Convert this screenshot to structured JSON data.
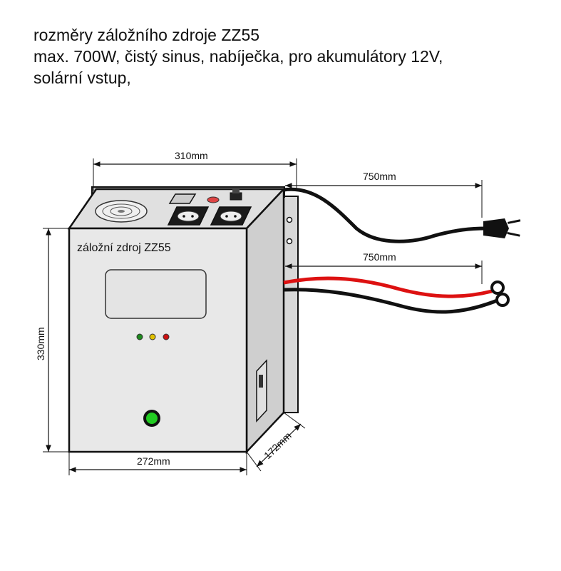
{
  "heading": {
    "line1_prefix": "rozměry záložního zdroje ",
    "line1_model": "ZZ55",
    "line2": "max. 700W, čistý sinus, nabíječka, pro akumulátory 12V,",
    "line3": "solární vstup,"
  },
  "device": {
    "front_label": "záložní zdroj ZZ55",
    "indicator_colors": [
      "#1f8a1f",
      "#e0c000",
      "#cc1111"
    ],
    "power_button_color": "#22cc22",
    "body_color": "#e8e8e8",
    "side_color": "#cfcfcf"
  },
  "dimensions": {
    "width_top": "310mm",
    "width_front": "272mm",
    "height": "330mm",
    "depth": "172mm",
    "cable_power": "750mm",
    "cable_battery": "750mm"
  },
  "cables": {
    "power_color": "#111111",
    "battery_positive_color": "#dd1111",
    "battery_negative_color": "#111111"
  }
}
